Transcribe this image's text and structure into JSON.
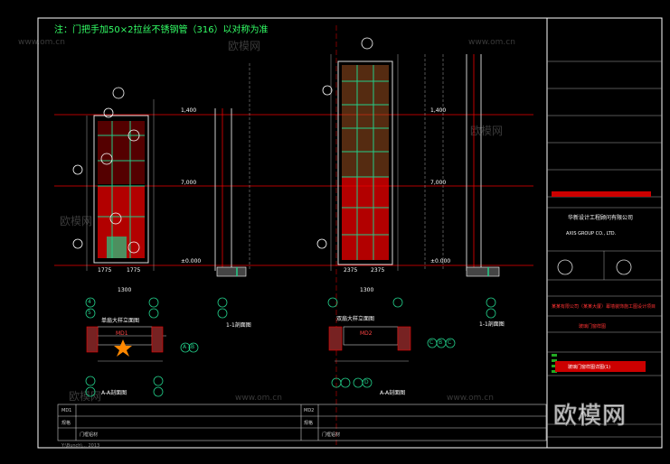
{
  "note": "注：门把手加50×2拉丝不锈钢管（316）以对称为准",
  "watermarks": [
    "www.om.cn",
    "欧模网",
    "www.om.cn",
    "欧模网",
    "欧模网",
    "www.om.cn",
    "欧模网",
    "www.om.cn"
  ],
  "drawing": {
    "left_elevation_caption": "单扇大样立面图",
    "right_elevation_caption": "双扇大样立面图",
    "left_section_caption": "1-1剖面图",
    "right_section_caption": "1-1剖面图",
    "left_plan_caption": "A-A剖面图",
    "right_plan_caption": "A-A剖面图",
    "left_plan_label": "MD1",
    "right_plan_label": "MD2",
    "axis_labels": [
      "4",
      "5",
      "A",
      "B",
      "C",
      "B",
      "C",
      "D"
    ],
    "dims": [
      "1,400",
      "1,400",
      "7,000",
      "7,000",
      "±0.000",
      "±0.000",
      "1775",
      "1775",
      "2375",
      "2375",
      "1300",
      "1300"
    ]
  },
  "bottom_table": {
    "left": [
      [
        "MD1",
        ""
      ],
      [
        "规格",
        ""
      ],
      [
        "门框铝材",
        ""
      ]
    ],
    "right": [
      [
        "MD2",
        ""
      ],
      [
        "规格",
        ""
      ],
      [
        "门框铝材",
        ""
      ]
    ]
  },
  "title_block": {
    "company_cn": "华新设计工程顾问有限公司",
    "company_en": "AXIS GROUP CO., LTD.",
    "project_red": "某某有限公司（某某大厦）幕墙装饰施工图设计项目",
    "drawing_name_red": "玻璃门窗样图",
    "drawing_no_red": "玻璃门窗样图详图(1)",
    "logo": "欧模网"
  },
  "footer": "Y:\\Bunch\\... 2013"
}
